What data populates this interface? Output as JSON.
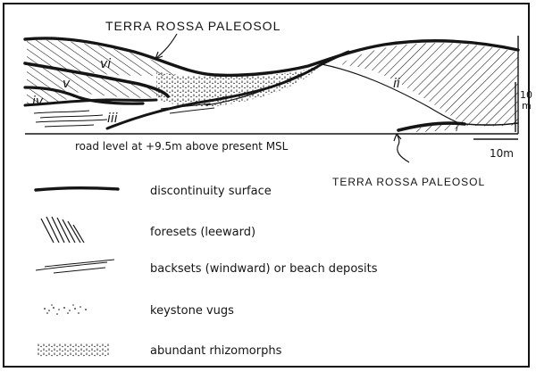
{
  "diagram": {
    "top_label": "TERRA ROSSA PALEOSOL",
    "bottom_label": "TERRA ROSSA PALEOSOL",
    "road_label": "road level at +9.5m above present MSL",
    "units": [
      "vi",
      "v",
      "iv",
      "iii",
      "ii",
      "i"
    ],
    "vertical_scale_value": "10",
    "vertical_scale_unit": "m",
    "horizontal_scale": "10m"
  },
  "legend": {
    "items": [
      {
        "symbol": "discontinuity-line",
        "label": "discontinuity surface"
      },
      {
        "symbol": "foreset-hatch",
        "label": "foresets (leeward)"
      },
      {
        "symbol": "backset-lines",
        "label": "backsets (windward) or beach deposits"
      },
      {
        "symbol": "vug-dots",
        "label": "keystone vugs"
      },
      {
        "symbol": "rhizomorph-stipple",
        "label": "abundant rhizomorphs"
      }
    ]
  },
  "colors": {
    "ink": "#151515",
    "background": "#ffffff"
  }
}
